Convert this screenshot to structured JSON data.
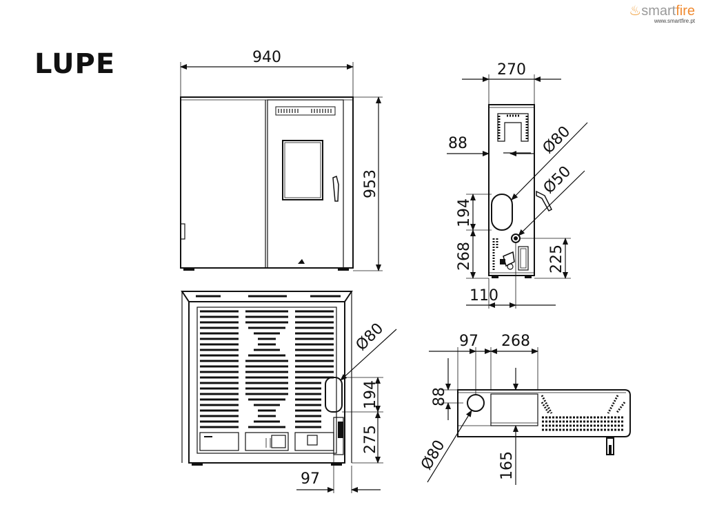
{
  "title": "LUPE",
  "logo": {
    "brand_prefix": "smart",
    "brand_suffix": "fire",
    "url": "www.smartfire.pt"
  },
  "dimensions": {
    "width": "940",
    "height": "953",
    "depth": "270",
    "side_88": "88",
    "side_dia80": "Ø80",
    "side_dia50": "Ø50",
    "side_194": "194",
    "side_268": "268",
    "side_225": "225",
    "side_110": "110",
    "back_dia80": "Ø80",
    "back_194": "194",
    "back_275": "275",
    "back_97": "97",
    "top_97": "97",
    "top_268": "268",
    "top_88": "88",
    "top_dia80": "Ø80",
    "top_165": "165"
  }
}
